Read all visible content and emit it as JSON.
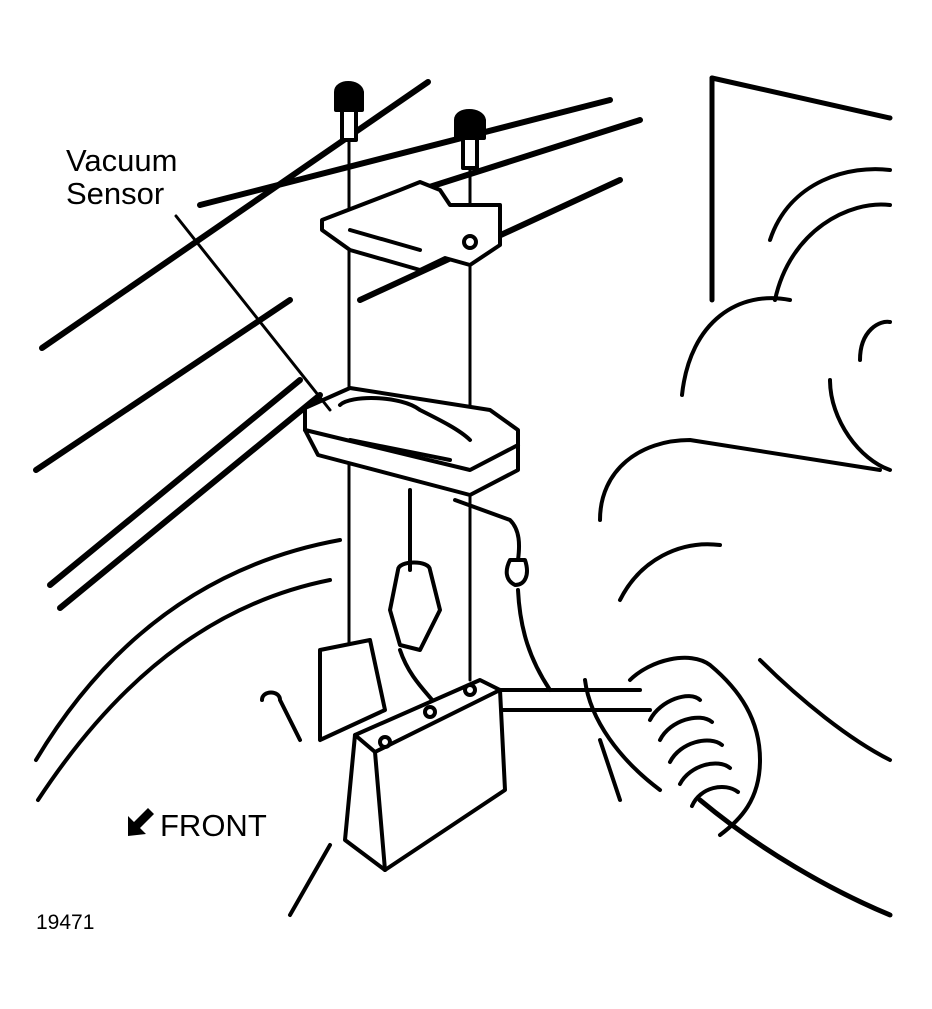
{
  "callout": {
    "line1": "Vacuum",
    "line2": "Sensor"
  },
  "front_indicator": {
    "label": "FRONT",
    "icon": "arrow-down-left-icon"
  },
  "figure_number": "19471",
  "colors": {
    "ink": "#000000",
    "paper": "#ffffff"
  }
}
